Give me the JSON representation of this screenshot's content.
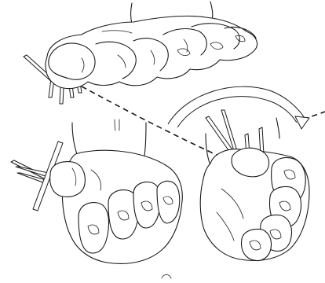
{
  "illustration": {
    "style": "black line drawing on white",
    "panels": [
      "top-hand-holding-sticks",
      "bottom-left-fist-holding-sticks",
      "bottom-right-hand-rotating-sticks"
    ],
    "motion_indicator": "curved-arrow",
    "connector": "dashed-line",
    "colors": {
      "ink": "#1a1a1a",
      "background": "#ffffff"
    }
  }
}
